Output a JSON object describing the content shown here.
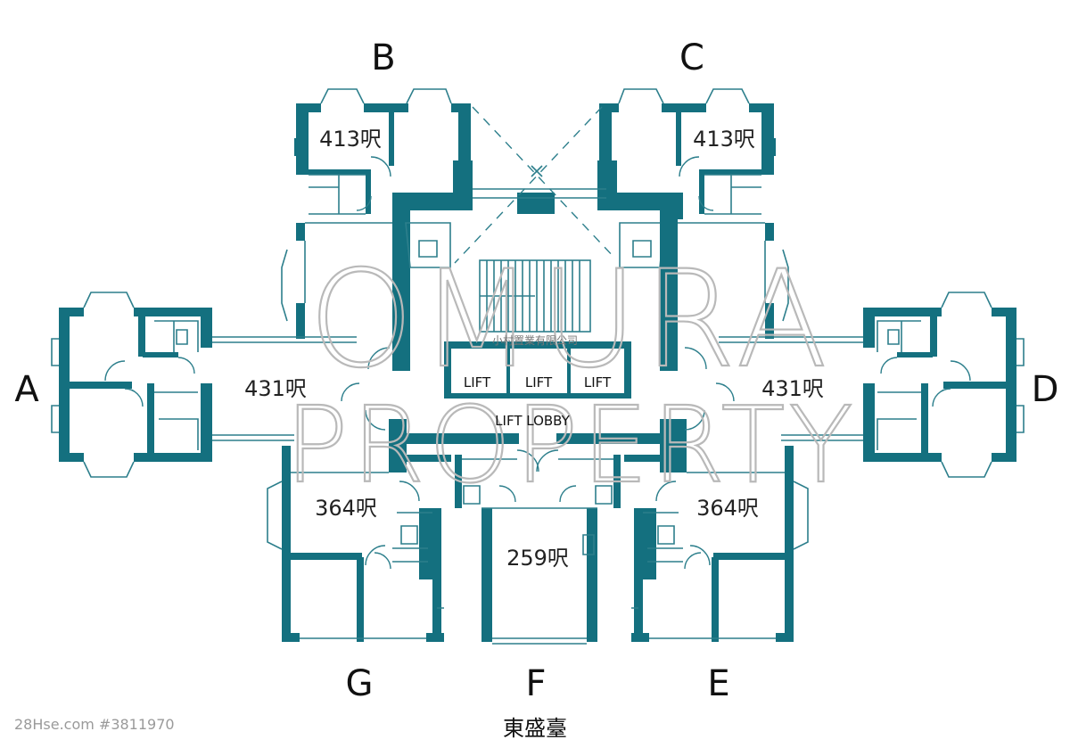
{
  "colors": {
    "wall": "#14707f",
    "line": "#2d7f8c",
    "watermark": "#b9b9b9",
    "text": "#111111"
  },
  "units": {
    "A": {
      "letter": "A",
      "area": "431呎"
    },
    "B": {
      "letter": "B",
      "area": "413呎"
    },
    "C": {
      "letter": "C",
      "area": "413呎"
    },
    "D": {
      "letter": "D",
      "area": "431呎"
    },
    "E": {
      "letter": "E",
      "area": "364呎"
    },
    "F": {
      "letter": "F",
      "area": "259呎"
    },
    "G": {
      "letter": "G",
      "area": "364呎"
    }
  },
  "core": {
    "lift_1": "LIFT",
    "lift_2": "LIFT",
    "lift_3": "LIFT",
    "lobby": "LIFT LOBBY"
  },
  "agency": "小村置業有限公司",
  "watermark": {
    "line1": "OMURA",
    "line2": "PROPERTY"
  },
  "street": "東盛臺",
  "listing_ref": "28Hse.com #3811970"
}
